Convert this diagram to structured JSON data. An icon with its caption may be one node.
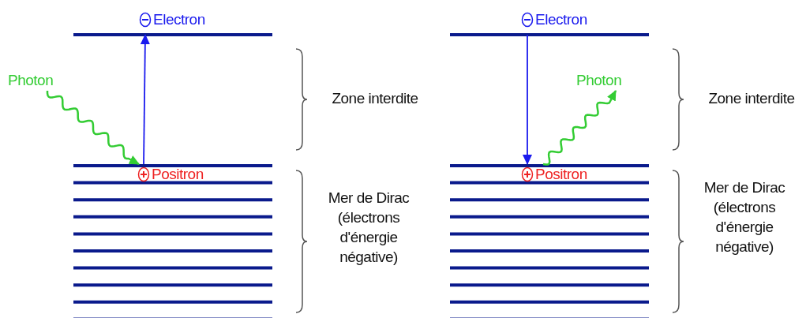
{
  "diagram": {
    "nodes": [
      {
        "text": [
          "Electron"
        ]
      },
      {
        "text": [
          "Photon"
        ]
      },
      {
        "text": [
          "Positron"
        ]
      },
      {
        "text": [
          "Electron"
        ]
      },
      {
        "text": [
          "Photon"
        ]
      },
      {
        "text": [
          "Positron"
        ]
      }
    ],
    "edges": [
      {
        "from": 2,
        "to": 0,
        "arrow": "to",
        "color": "#1a1aee"
      },
      {
        "from": 1,
        "to": 2,
        "arrow": "to",
        "color": "#33cc33"
      },
      {
        "from": 3,
        "to": 5,
        "arrow": "to",
        "color": "#1a1aee"
      },
      {
        "from": 5,
        "to": 4,
        "arrow": "to",
        "color": "#33cc33"
      }
    ],
    "labels": [
      "Zone interdite",
      "Mer de Dirac (électrons d'énergie négative)",
      "Zone interdite",
      "Mer de Dirac (électrons d'énergie négative)"
    ]
  }
}
